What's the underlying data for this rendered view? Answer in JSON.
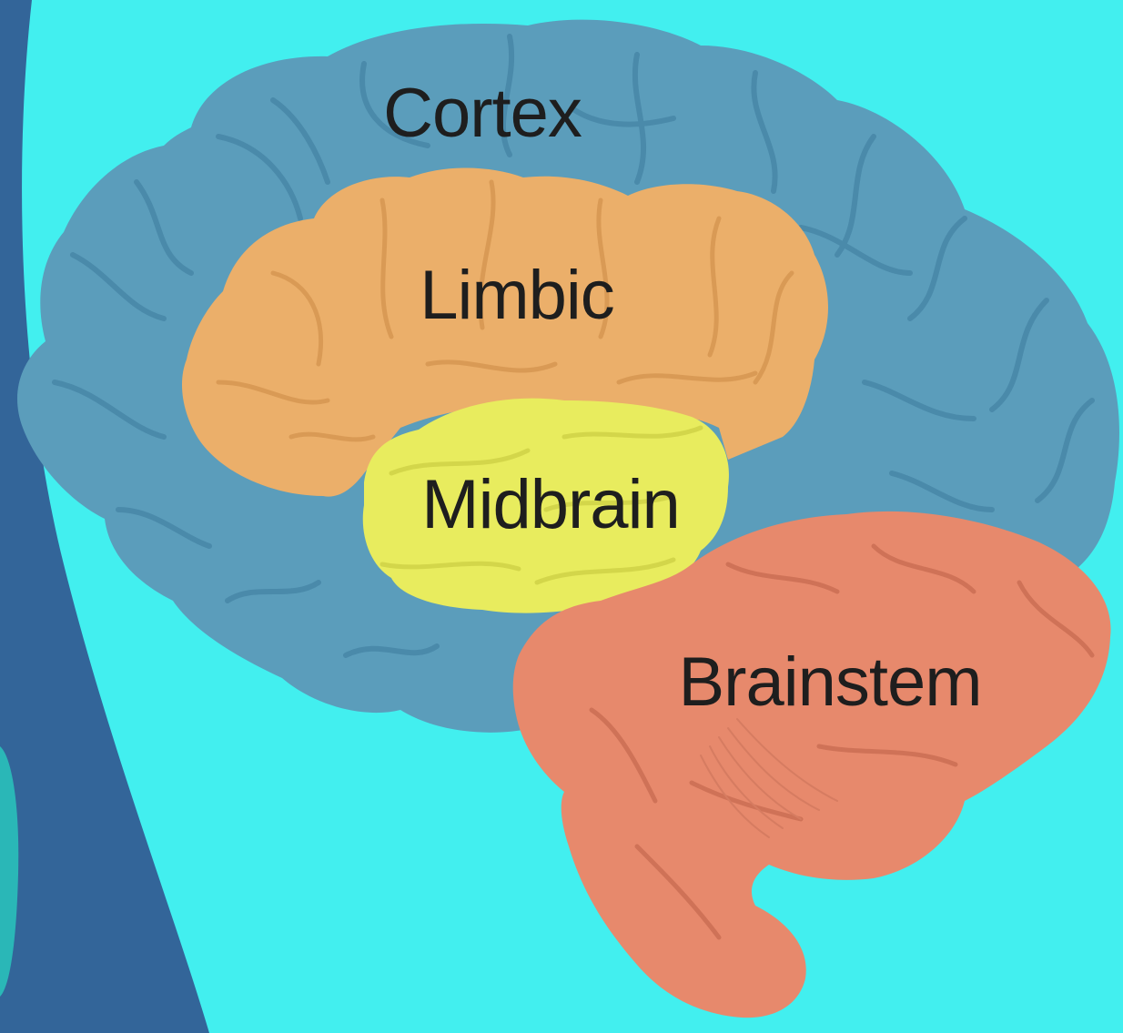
{
  "colors": {
    "background": "#42EFEF",
    "outer_ring": "#336599",
    "left_edge_fill": "#2AB7B7",
    "cortex": "#5B9DBB",
    "limbic": "#EBAF6A",
    "midbrain": "#E8EC5E",
    "brainstem": "#E7896C",
    "label_text": "#1E1E1E"
  },
  "regions": {
    "cortex": {
      "label": "Cortex"
    },
    "limbic": {
      "label": "Limbic"
    },
    "midbrain": {
      "label": "Midbrain"
    },
    "brainstem": {
      "label": "Brainstem"
    }
  }
}
